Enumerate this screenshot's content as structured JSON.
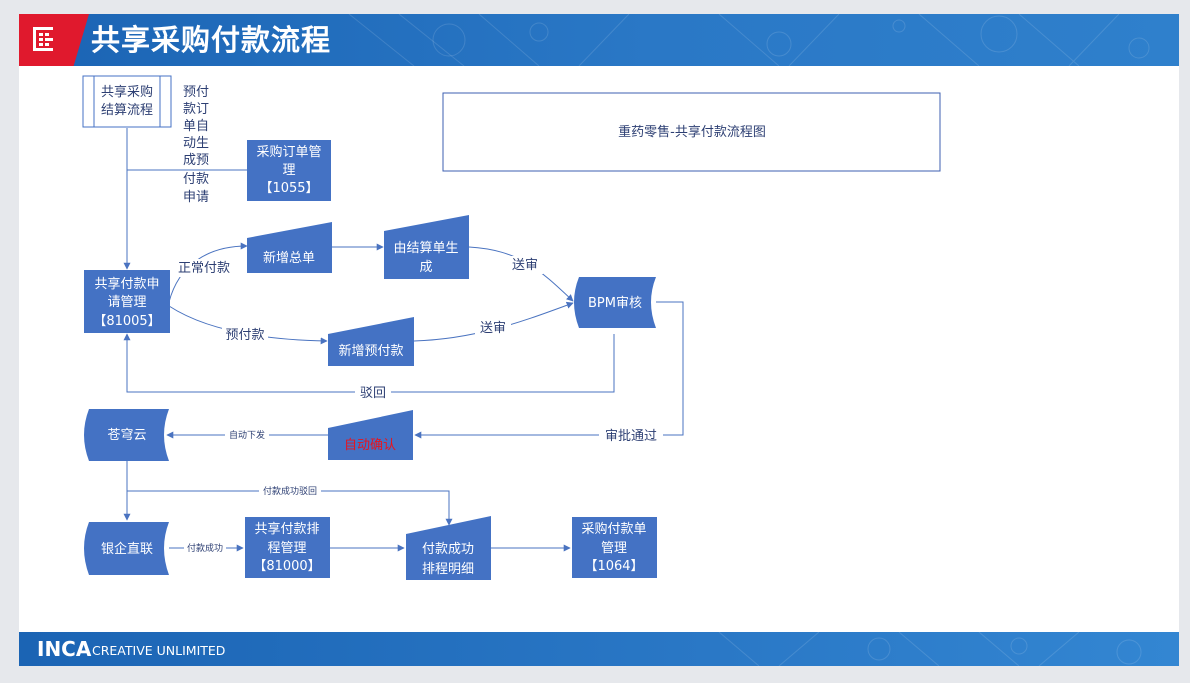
{
  "header": {
    "title": "共享采购付款流程"
  },
  "footer": {
    "brand": "INCA",
    "tagline": "CREATIVE UNLIMITED"
  },
  "diagram": {
    "caption": "重药零售-共享付款流程图",
    "nodes": {
      "start": [
        "共享采购",
        "结算流程"
      ],
      "purchase_order": [
        "采购订单管",
        "理",
        "【1055】"
      ],
      "apply": [
        "共享付款申",
        "请管理",
        "【81005】"
      ],
      "new_total": [
        "新增总单"
      ],
      "from_settlement": [
        "由结算单生",
        "成"
      ],
      "new_prepay": [
        "新增预付款"
      ],
      "bpm": [
        "BPM审核"
      ],
      "auto_confirm": [
        "自动确认"
      ],
      "cangqiong": [
        "苍穹云"
      ],
      "bank": [
        "银企直联"
      ],
      "schedule": [
        "共享付款排",
        "程管理",
        "【81000】"
      ],
      "success_detail": [
        "付款成功",
        "排程明细"
      ],
      "purchase_payment": [
        "采购付款单",
        "管理",
        "【1064】"
      ]
    },
    "labels": {
      "auto_prepay": [
        "预付",
        "款订",
        "单自",
        "动生",
        "成预",
        "付款",
        "申请"
      ],
      "normal": "正常付款",
      "prepay": "预付款",
      "send1": "送审",
      "send2": "送审",
      "reject": "驳回",
      "approved": "审批通过",
      "auto_dispatch": "自动下发",
      "success_reject": "付款成功驳回",
      "pay_success": "付款成功"
    },
    "colors": {
      "node_fill": "#4472c4",
      "edge": "#4a73c0",
      "caption_border": "#3c5fb0",
      "alert_text": "#e8141e"
    }
  }
}
